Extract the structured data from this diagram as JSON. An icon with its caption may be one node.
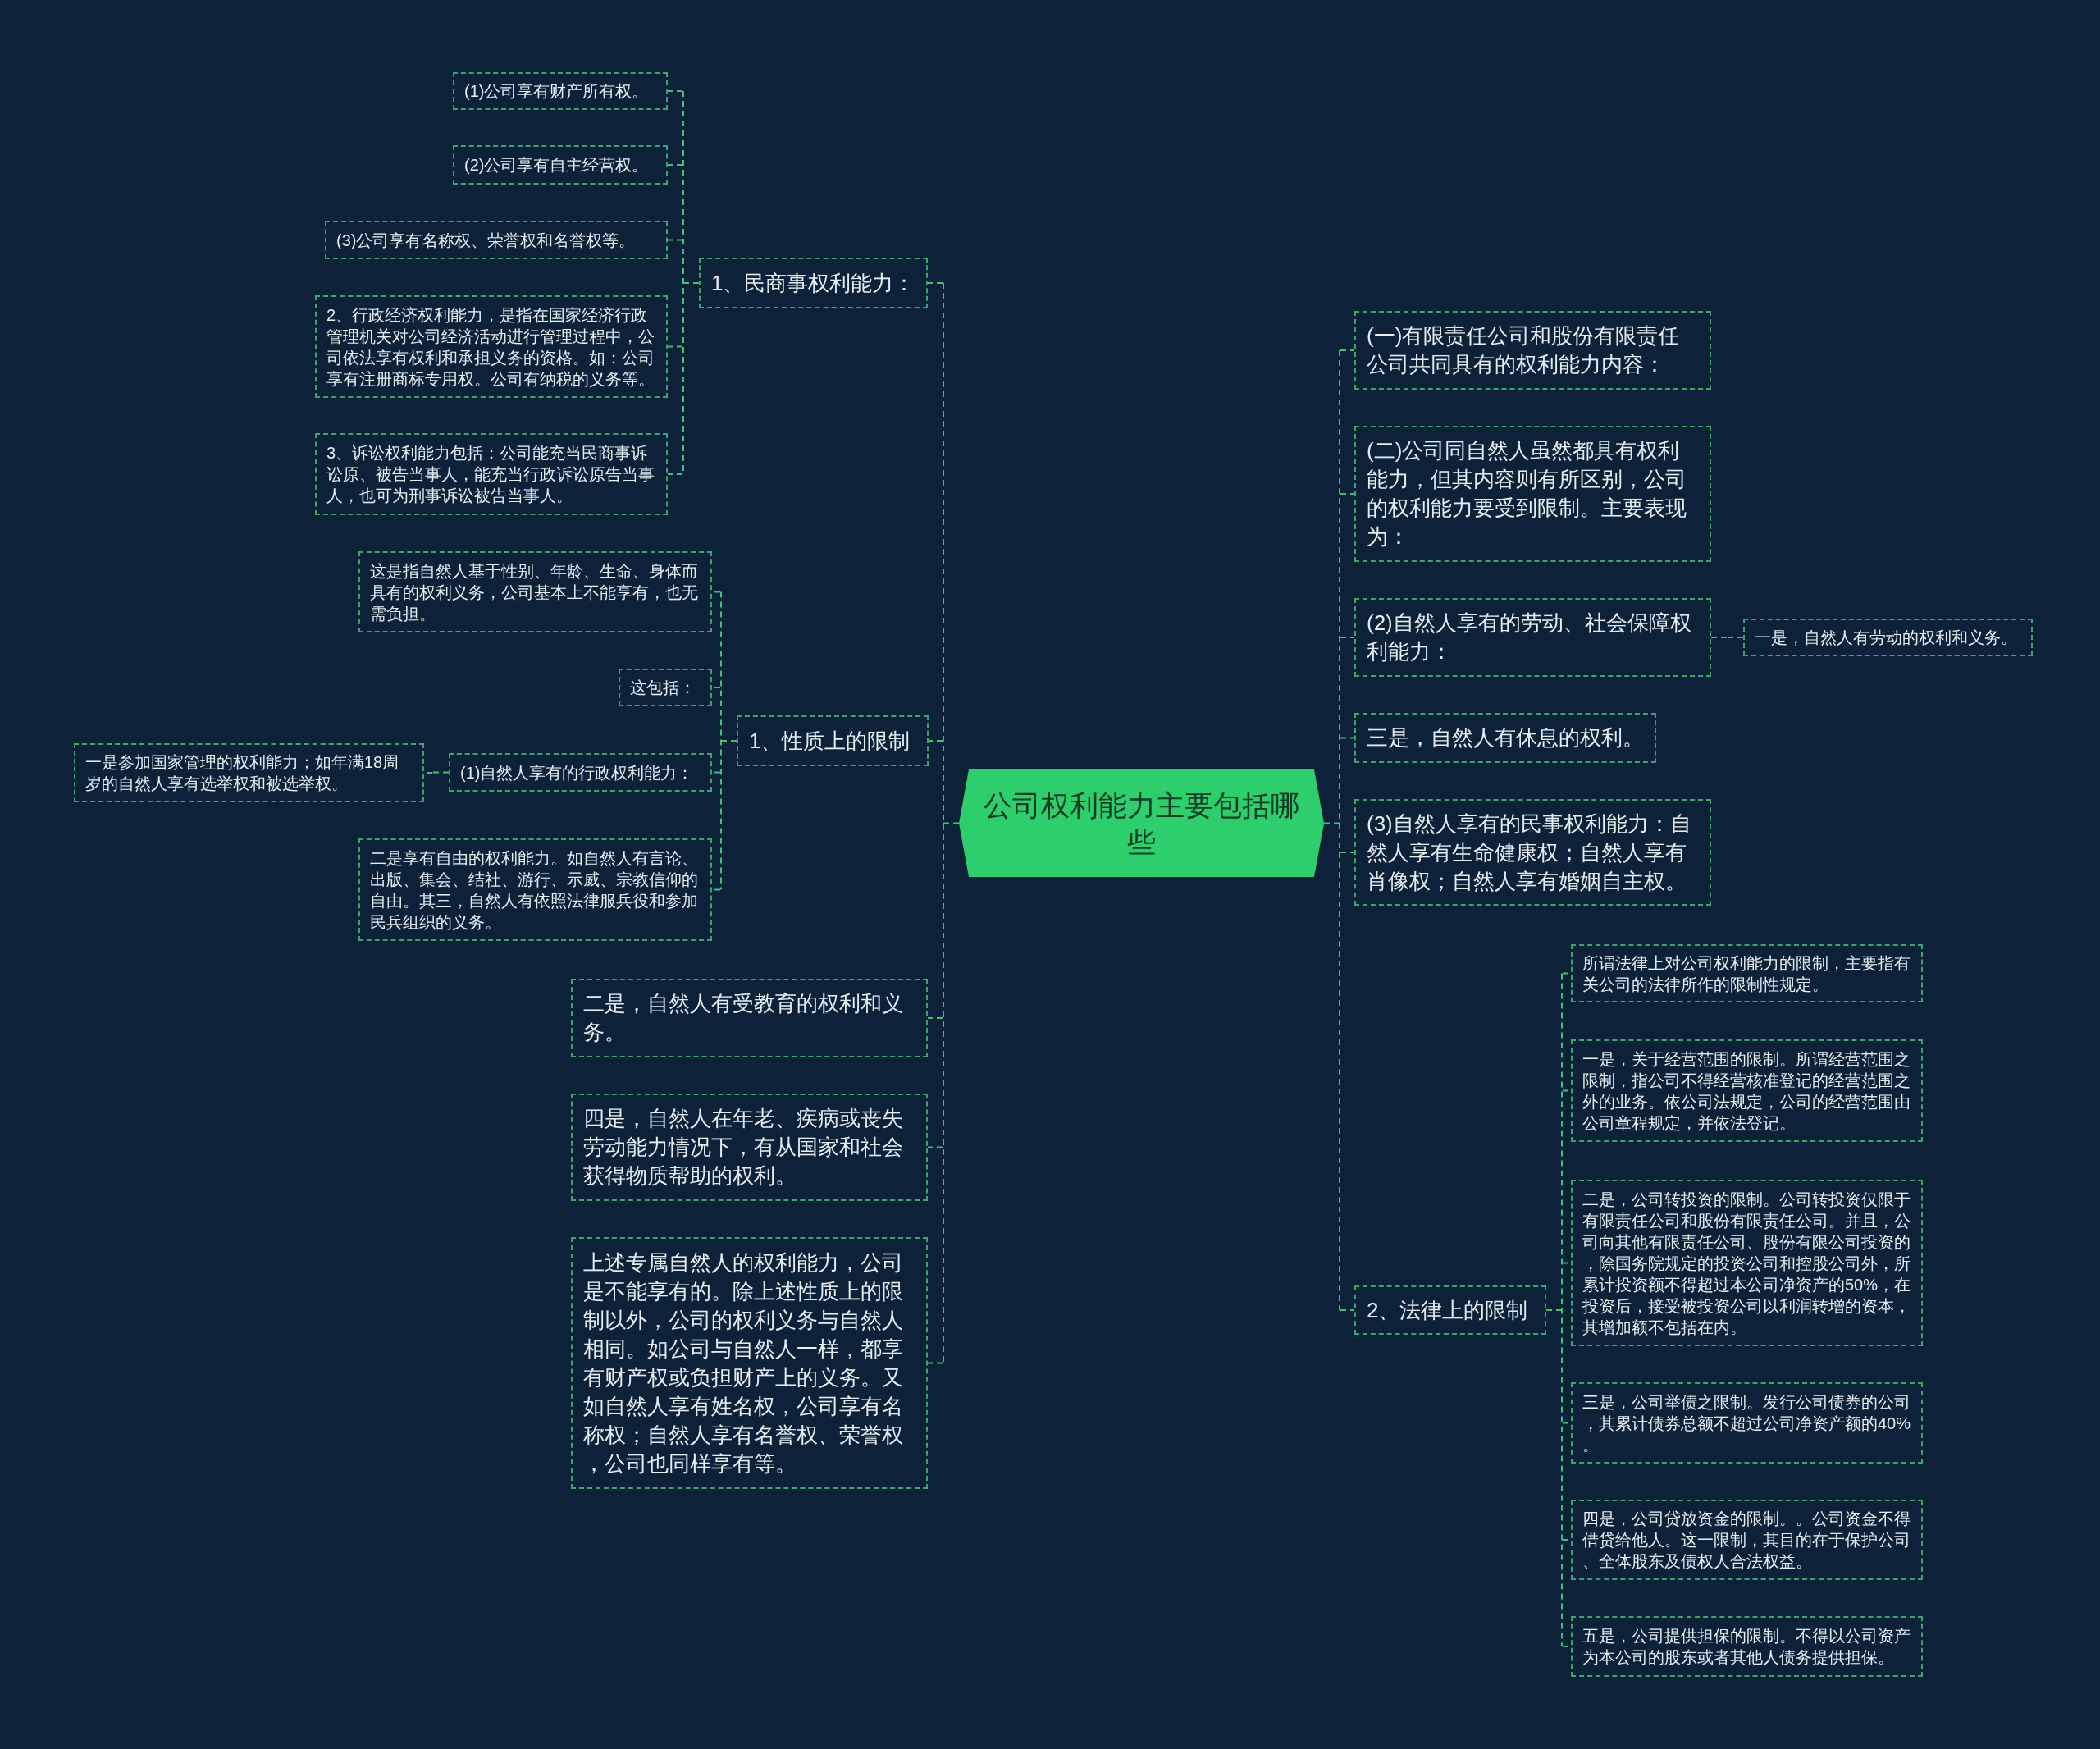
{
  "diagram": {
    "nodes": [
      {
        "text": [
          "公司权利能力主要包括哪些"
        ]
      },
      {
        "text": [
          "1、民商事权利能力："
        ]
      },
      {
        "text": [
          "(1)公司享有财产所有权。"
        ]
      },
      {
        "text": [
          "(2)公司享有自主经营权。"
        ]
      },
      {
        "text": [
          "(3)公司享有名称权、荣誉权和名誉权等。"
        ]
      },
      {
        "text": [
          "2、行政经济权利能力，是指在国家经济行政管理机关对公司经济活动进行管理过程中，公司依法享有权利和承担义务的资格。如：公司享有注册商标专用权。公司有纳税的义务等。"
        ]
      },
      {
        "text": [
          "3、诉讼权利能力包括：公司能充当民商事诉讼原、被告当事人，能充当行政诉讼原告当事人，也可为刑事诉讼被告当事人。"
        ]
      },
      {
        "text": [
          "1、性质上的限制"
        ]
      },
      {
        "text": [
          "这是指自然人基于性别、年龄、生命、身体而具有的权利义务，公司基本上不能享有，也无需负担。"
        ]
      },
      {
        "text": [
          "这包括："
        ]
      },
      {
        "text": [
          "(1)自然人享有的行政权利能力："
        ]
      },
      {
        "text": [
          "一是参加国家管理的权利能力；如年满18周岁的自然人享有选举权和被选举权。"
        ]
      },
      {
        "text": [
          "二是享有自由的权利能力。如自然人有言论、出版、集会、结社、游行、示威、宗教信仰的自由。其三，自然人有依照法律服兵役和参加民兵组织的义务。"
        ]
      },
      {
        "text": [
          "二是，自然人有受教育的权利和义务。"
        ]
      },
      {
        "text": [
          "四是，自然人在年老、疾病或丧失劳动能力情况下，有从国家和社会获得物质帮助的权利。"
        ]
      },
      {
        "text": [
          "上述专属自然人的权利能力，公司是不能享有的。除上述性质上的限制以外，公司的权利义务与自然人相同。如公司与自然人一样，都享有财产权或负担财产上的义务。又如自然人享有姓名权，公司享有名称权；自然人享有名誉权、荣誉权，公司也同样享有等。"
        ]
      },
      {
        "text": [
          "(一)有限责任公司和股份有限责任公司共同具有的权利能力内容："
        ]
      },
      {
        "text": [
          "(二)公司同自然人虽然都具有权利能力，但其内容则有所区别，公司的权利能力要受到限制。主要表现为："
        ]
      },
      {
        "text": [
          "(2)自然人享有的劳动、社会保障权利能力："
        ]
      },
      {
        "text": [
          "一是，自然人有劳动的权利和义务。"
        ]
      },
      {
        "text": [
          "三是，自然人有休息的权利。"
        ]
      },
      {
        "text": [
          "(3)自然人享有的民事权利能力：自然人享有生命健康权；自然人享有肖像权；自然人享有婚姻自主权。"
        ]
      },
      {
        "text": [
          "2、法律上的限制"
        ]
      },
      {
        "text": [
          "所谓法律上对公司权利能力的限制，主要指有关公司的法律所作的限制性规定。"
        ]
      },
      {
        "text": [
          "一是，关于经营范围的限制。所谓经营范围之限制，指公司不得经营核准登记的经营范围之外的业务。依公司法规定，公司的经营范围由公司章程规定，并依法登记。"
        ]
      },
      {
        "text": [
          "二是，公司转投资的限制。公司转投资仅限于有限责任公司和股份有限责任公司。并且，公司向其他有限责任公司、股份有限公司投资的，除国务院规定的投资公司和控股公司外，所累计投资额不得超过本公司净资产的50%，在投资后，接受被投资公司以利润转增的资本，其增加额不包括在内。"
        ]
      },
      {
        "text": [
          "三是，公司举债之限制。发行公司债券的公司，其累计债券总额不超过公司净资产额的40%。"
        ]
      },
      {
        "text": [
          "四是，公司贷放资金的限制。。公司资金不得借贷给他人。这一限制，其目的在于保护公司、全体股东及债权人合法权益。"
        ]
      },
      {
        "text": [
          "五是，公司提供担保的限制。不得以公司资产为本公司的股东或者其他人债务提供担保。"
        ]
      }
    ],
    "edges": [
      {
        "from": 0,
        "to": 1,
        "arrow": "none"
      },
      {
        "from": 1,
        "to": 2,
        "arrow": "none"
      },
      {
        "from": 1,
        "to": 3,
        "arrow": "none"
      },
      {
        "from": 1,
        "to": 4,
        "arrow": "none"
      },
      {
        "from": 1,
        "to": 5,
        "arrow": "none"
      },
      {
        "from": 1,
        "to": 6,
        "arrow": "none"
      },
      {
        "from": 0,
        "to": 7,
        "arrow": "none"
      },
      {
        "from": 7,
        "to": 8,
        "arrow": "none"
      },
      {
        "from": 7,
        "to": 9,
        "arrow": "none"
      },
      {
        "from": 7,
        "to": 10,
        "arrow": "none"
      },
      {
        "from": 10,
        "to": 11,
        "arrow": "none"
      },
      {
        "from": 7,
        "to": 12,
        "arrow": "none"
      },
      {
        "from": 0,
        "to": 13,
        "arrow": "none"
      },
      {
        "from": 0,
        "to": 14,
        "arrow": "none"
      },
      {
        "from": 0,
        "to": 15,
        "arrow": "none"
      },
      {
        "from": 0,
        "to": 16,
        "arrow": "none"
      },
      {
        "from": 0,
        "to": 17,
        "arrow": "none"
      },
      {
        "from": 0,
        "to": 18,
        "arrow": "none"
      },
      {
        "from": 18,
        "to": 19,
        "arrow": "none"
      },
      {
        "from": 0,
        "to": 20,
        "arrow": "none"
      },
      {
        "from": 0,
        "to": 21,
        "arrow": "none"
      },
      {
        "from": 0,
        "to": 22,
        "arrow": "none"
      },
      {
        "from": 22,
        "to": 23,
        "arrow": "none"
      },
      {
        "from": 22,
        "to": 24,
        "arrow": "none"
      },
      {
        "from": 22,
        "to": 25,
        "arrow": "none"
      },
      {
        "from": 22,
        "to": 26,
        "arrow": "none"
      },
      {
        "from": 22,
        "to": 27,
        "arrow": "none"
      },
      {
        "from": 22,
        "to": 28,
        "arrow": "none"
      }
    ]
  }
}
